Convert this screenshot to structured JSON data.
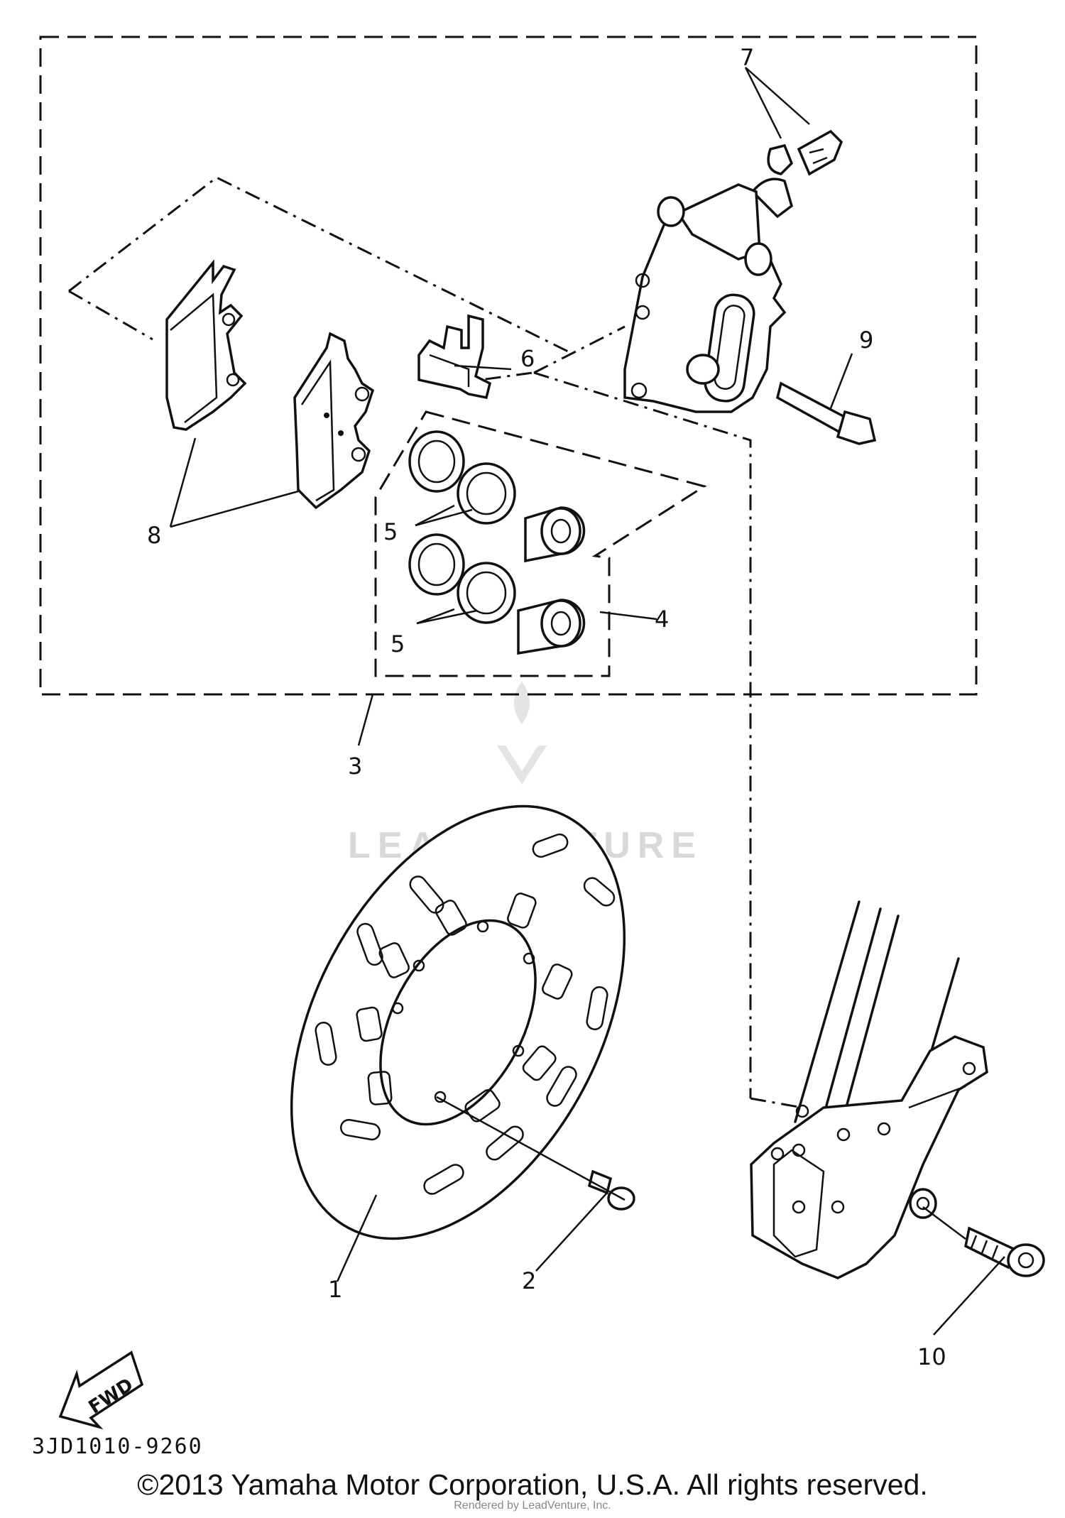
{
  "callouts": [
    {
      "id": "1",
      "label": "1"
    },
    {
      "id": "2",
      "label": "2"
    },
    {
      "id": "3",
      "label": "3"
    },
    {
      "id": "4",
      "label": "4"
    },
    {
      "id": "5a",
      "label": "5"
    },
    {
      "id": "5b",
      "label": "5"
    },
    {
      "id": "6",
      "label": "6"
    },
    {
      "id": "7",
      "label": "7"
    },
    {
      "id": "8",
      "label": "8"
    },
    {
      "id": "9",
      "label": "9"
    },
    {
      "id": "10",
      "label": "10"
    }
  ],
  "arrow_label": "FWD",
  "diagram_code": "3JD1010-9260",
  "watermark": "LEADVENTURE",
  "copyright": "©2013 Yamaha Motor Corporation, U.S.A. All rights reserved.",
  "subline": "Rendered by LeadVenture, Inc."
}
